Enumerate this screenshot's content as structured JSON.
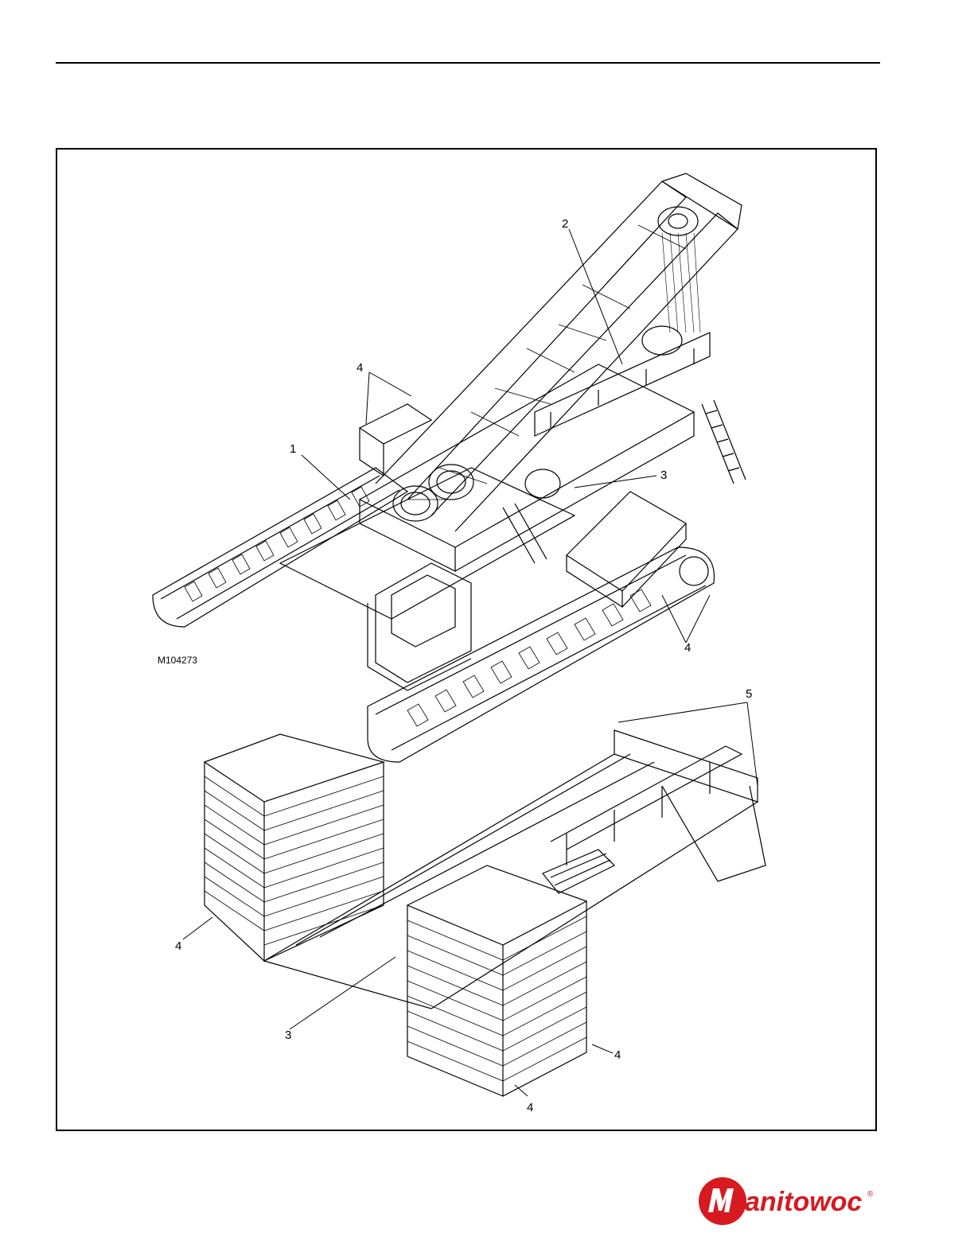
{
  "figure": {
    "id": "M104273",
    "callouts": [
      "1",
      "2",
      "3",
      "4",
      "5"
    ]
  },
  "logo": {
    "text": "Manitowoc",
    "mark": "®",
    "color": "#d71920"
  }
}
